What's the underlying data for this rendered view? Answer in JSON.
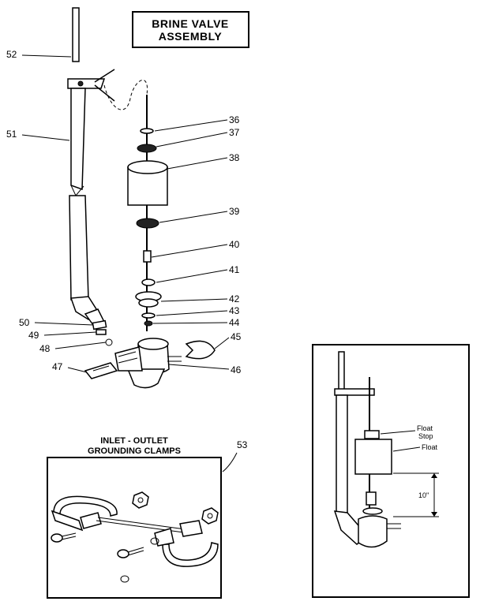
{
  "title_lines": [
    "BRINE VALVE",
    "ASSEMBLY"
  ],
  "callouts": [
    "52",
    "51",
    "36",
    "37",
    "38",
    "39",
    "40",
    "41",
    "42",
    "43",
    "44",
    "45",
    "46",
    "47",
    "48",
    "49",
    "50",
    "53"
  ],
  "clamps_title_lines": [
    "INLET - OUTLET",
    "GROUNDING CLAMPS"
  ],
  "inset": {
    "float_stop_lines": [
      "Float",
      "Stop"
    ],
    "float": "Float",
    "dimension": "10\""
  }
}
